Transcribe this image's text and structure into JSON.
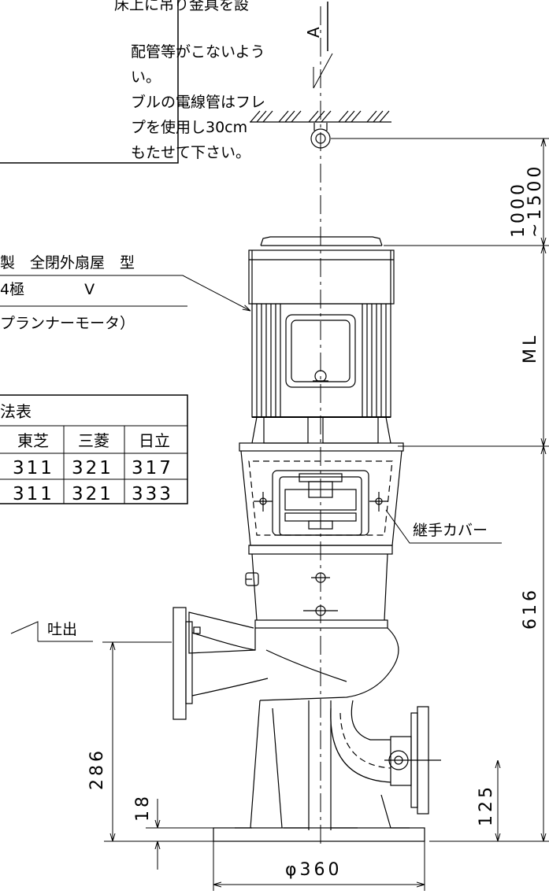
{
  "notes": {
    "lines": [
      "床上に吊り金具を設",
      "配管等がこないよう",
      "い。",
      "ブルの電線管はフレ",
      "プを使用し30cm",
      "もたせて下さい。"
    ]
  },
  "motor_spec": {
    "line1": "製　全閉外扇屋　型",
    "line2": "4極　　　　V",
    "line3": "プランナーモータ）"
  },
  "dimension_table": {
    "title": "法表",
    "headers": [
      "東芝",
      "三菱",
      "日立"
    ],
    "rows": [
      [
        "311",
        "321",
        "317"
      ],
      [
        "311",
        "321",
        "333"
      ]
    ]
  },
  "labels": {
    "section_marker": "A",
    "coupling_cover": "継手カバー",
    "discharge": "吐出"
  },
  "dimensions": {
    "hanger_height": "1000",
    "hanger_height_range": "~1500",
    "motor_length": "ML",
    "pump_height": "616",
    "discharge_height": "286",
    "base_thickness": "18",
    "suction_height": "125",
    "base_diameter": "φ360"
  }
}
